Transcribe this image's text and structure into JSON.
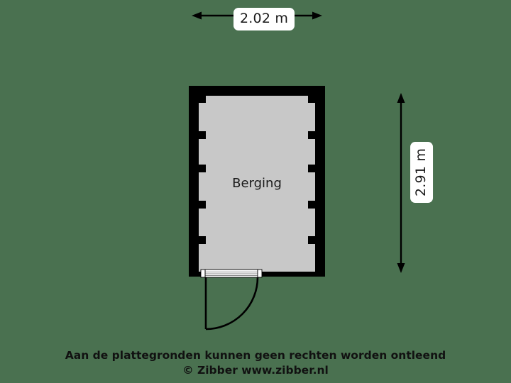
{
  "plan": {
    "room_label": "Berging",
    "floor_color": "#c8c8c8",
    "wall_color": "#000000",
    "background_color": "#4a7150",
    "door_color": "#000000"
  },
  "dimensions": {
    "width_label": "2.02 m",
    "height_label": "2.91 m",
    "width_value": 2.02,
    "height_value": 2.91,
    "unit": "m"
  },
  "footer": {
    "disclaimer": "Aan de plattegronden kunnen geen rechten worden ontleend",
    "credit": "© Zibber www.zibber.nl"
  }
}
